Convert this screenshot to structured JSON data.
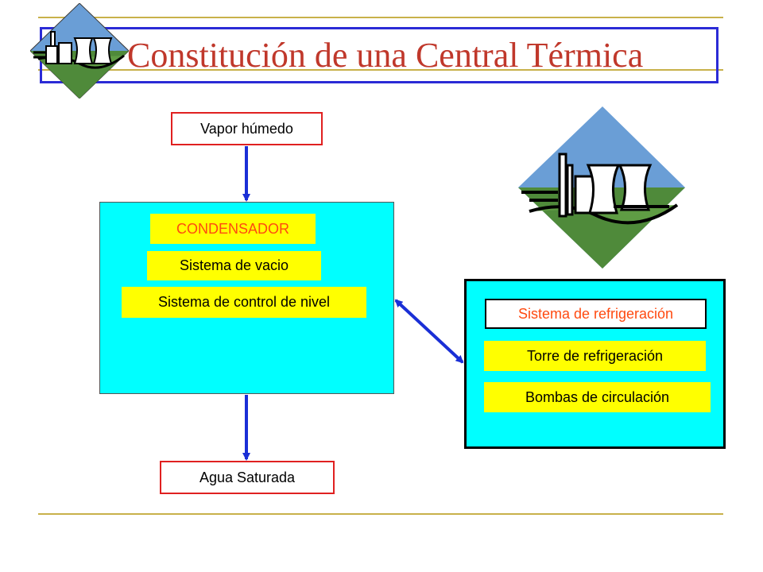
{
  "title": "Constitución de una Central Térmica",
  "inputs": {
    "top": "Vapor húmedo",
    "bottom": "Agua Saturada"
  },
  "condenser": {
    "heading": "CONDENSADOR",
    "items": [
      "Sistema de vacio",
      "Sistema de control de nivel"
    ]
  },
  "refrigeration": {
    "heading": "Sistema de refrigeración",
    "items": [
      "Torre de refrigeración",
      "Bombas de circulación"
    ]
  },
  "icons": [
    "power-plant-icon",
    "power-plant-icon-large"
  ],
  "colors": {
    "title": "#c0382b",
    "frame": "#2b2bd6",
    "rule": "#c8b14a",
    "box_fill": "#00ffff",
    "label_fill": "#ffff00",
    "arrow": "#1a2fd6",
    "red_border": "#e02020",
    "heading_text": "#ff4a10"
  }
}
